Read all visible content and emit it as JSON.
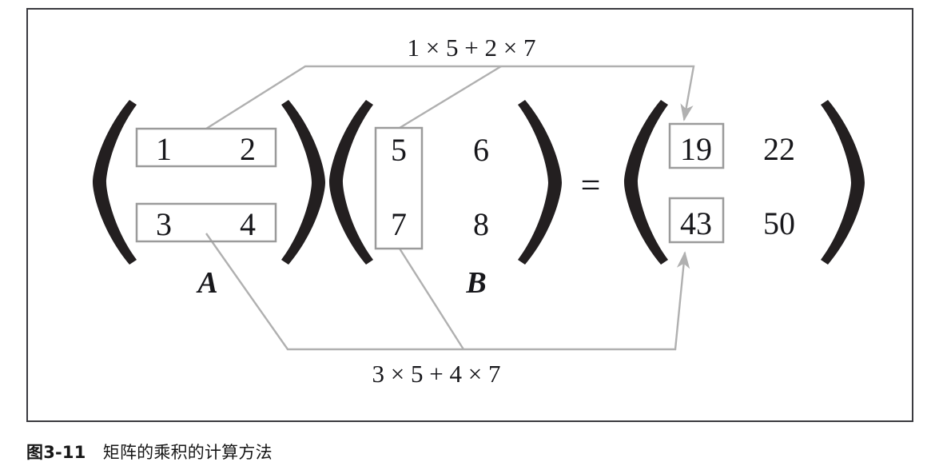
{
  "figure": {
    "caption_number": "图3-11",
    "caption_gap": "　",
    "caption_text": "矩阵的乘积的计算方法",
    "frame_color": "#3a3a3f",
    "highlight_color": "#9b9b9b",
    "connector_color": "#b0b0b0",
    "ink_color": "#231f20"
  },
  "equation": {
    "equals_sign": "=",
    "matrix_a": {
      "label": "A",
      "rows": [
        [
          "1",
          "2"
        ],
        [
          "3",
          "4"
        ]
      ],
      "highlighted": "row-1-and-row-2",
      "open_paren": "(",
      "close_paren": ")"
    },
    "matrix_b": {
      "label": "B",
      "rows": [
        [
          "5",
          "6"
        ],
        [
          "7",
          "8"
        ]
      ],
      "highlighted": "column-1",
      "open_paren": "(",
      "close_paren": ")"
    },
    "matrix_c": {
      "label": "",
      "rows": [
        [
          "19",
          "22"
        ],
        [
          "43",
          "50"
        ]
      ],
      "highlighted": "column-1",
      "open_paren": "(",
      "close_paren": ")"
    }
  },
  "annotations": {
    "top": {
      "text": "1 × 5 + 2 × 7",
      "target": "19"
    },
    "bottom": {
      "text": "3 × 5 + 4 × 7",
      "target": "43"
    }
  }
}
